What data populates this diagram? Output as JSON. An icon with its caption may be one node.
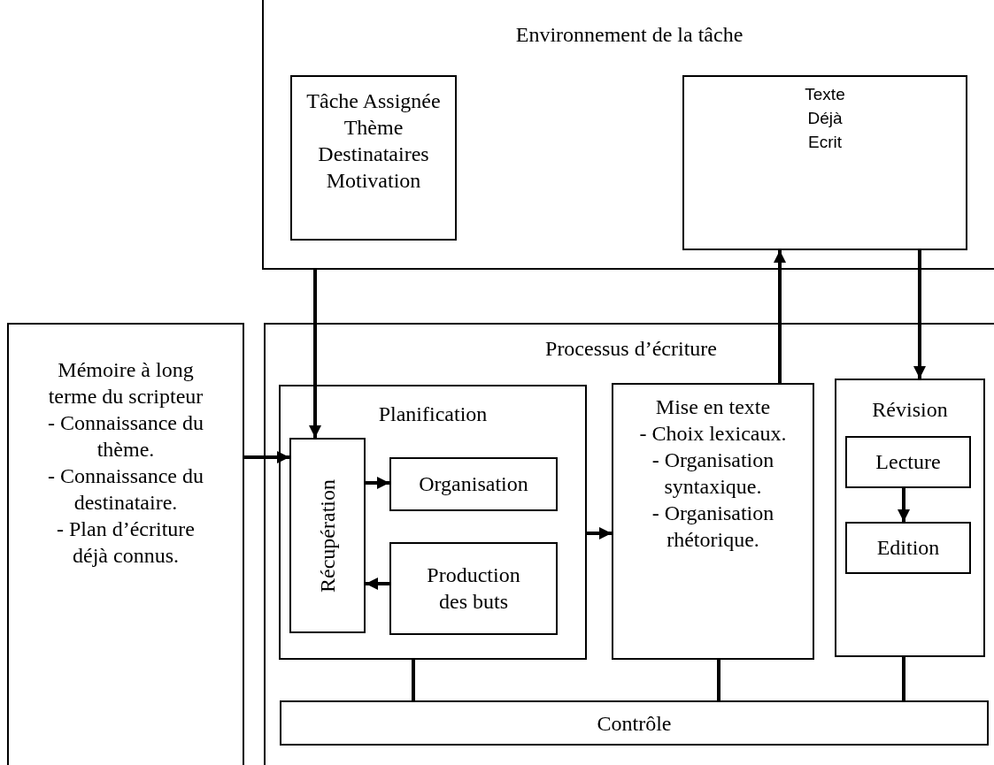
{
  "diagram": {
    "nodes": [
      {
        "text": [
          "Environnement de la tâche"
        ]
      },
      {
        "text": [
          "Tâche Assignée",
          "Thème",
          "Destinataires",
          "Motivation"
        ],
        "in": 0
      },
      {
        "text": [
          "Texte",
          "Déjà",
          "Ecrit"
        ],
        "in": 0
      },
      {
        "text": [
          "Mémoire à long terme du scripteur",
          "- Connaissance du thème.",
          "- Connaissance du destinataire.",
          "- Plan d’écriture déjà connus."
        ]
      },
      {
        "text": [
          "Processus d’écriture"
        ]
      },
      {
        "text": [
          "Planification"
        ],
        "in": 4
      },
      {
        "text": [
          "Récupération"
        ],
        "in": 5
      },
      {
        "text": [
          "Organisation"
        ],
        "in": 5
      },
      {
        "text": [
          "Production des buts"
        ],
        "in": 5
      },
      {
        "text": [
          "Mise en texte",
          "- Choix lexicaux.",
          "- Organisation syntaxique.",
          "- Organisation rhétorique."
        ],
        "in": 4
      },
      {
        "text": [
          "Révision"
        ],
        "in": 4
      },
      {
        "text": [
          "Lecture"
        ],
        "in": 10
      },
      {
        "text": [
          "Edition"
        ],
        "in": 10
      },
      {
        "text": [
          "Contrôle"
        ],
        "in": 4
      }
    ],
    "edges": [
      {
        "from": 0,
        "to": 6,
        "arrow": "to"
      },
      {
        "from": 9,
        "to": 2,
        "arrow": "to"
      },
      {
        "from": 2,
        "to": 10,
        "arrow": "to"
      },
      {
        "from": 3,
        "to": 6,
        "arrow": "to"
      },
      {
        "from": 6,
        "to": 7,
        "arrow": "to"
      },
      {
        "from": 8,
        "to": 6,
        "arrow": "to"
      },
      {
        "from": 5,
        "to": 9,
        "arrow": "to"
      },
      {
        "from": 11,
        "to": 12,
        "arrow": "to"
      },
      {
        "from": 5,
        "to": 13,
        "arrow": "none"
      },
      {
        "from": 9,
        "to": 13,
        "arrow": "none"
      },
      {
        "from": 10,
        "to": 13,
        "arrow": "none"
      }
    ]
  }
}
